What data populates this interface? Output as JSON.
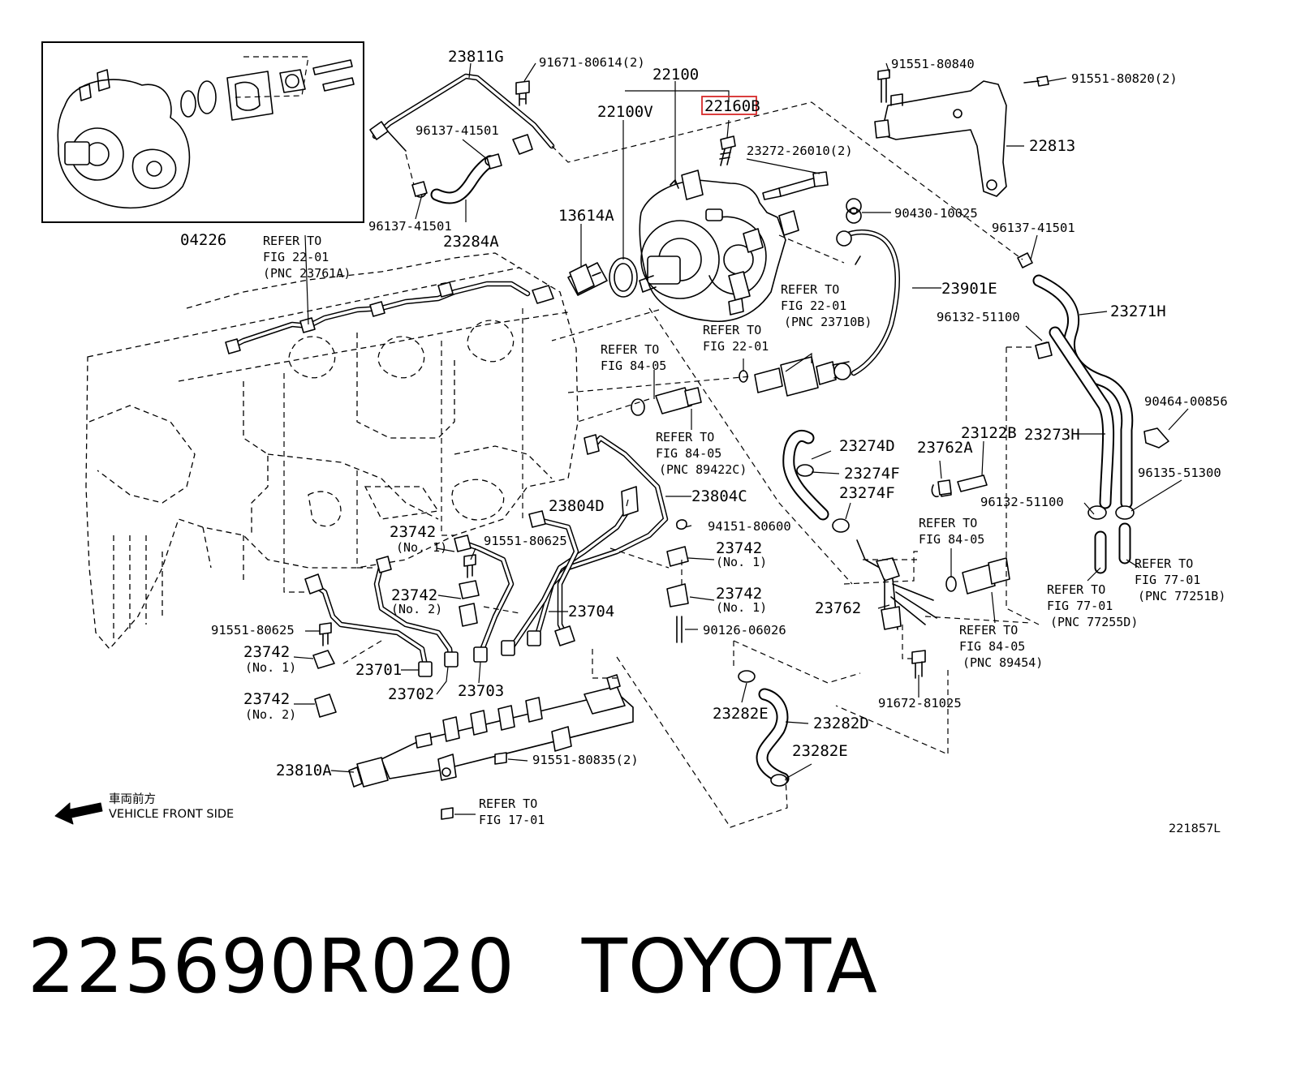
{
  "parts": {
    "p04226": "04226",
    "p23811G": "23811G",
    "p91671": "91671-80614(2)",
    "p96137a": "96137-41501",
    "p96137b": "96137-41501",
    "p23284A": "23284A",
    "p22100": "22100",
    "p22100V": "22100V",
    "p22160B": "22160B",
    "p13614A": "13614A",
    "p23272": "23272-26010(2)",
    "p91551_840": "91551-80840",
    "p91551_820": "91551-80820(2)",
    "p22813": "22813",
    "p90430": "90430-10025",
    "p96137c": "96137-41501",
    "p23901E": "23901E",
    "p23271H": "23271H",
    "p96132a": "96132-51100",
    "p90464": "90464-00856",
    "p23273H": "23273H",
    "p96135": "96135-51300",
    "p96132b": "96132-51100",
    "p23274D": "23274D",
    "p23274Fa": "23274F",
    "p23274Fb": "23274F",
    "p23762A": "23762A",
    "p23122B": "23122B",
    "p23762": "23762",
    "p91672": "91672-81025",
    "p23804C": "23804C",
    "p23804D": "23804D",
    "p94151": "94151-80600",
    "p23742a": "23742",
    "p23742b": "23742",
    "p23742c": "23742",
    "p23742d": "23742",
    "p23742e": "23742",
    "p23742f": "23742",
    "p91551_625a": "91551-80625",
    "p91551_625b": "91551-80625",
    "p23704": "23704",
    "p90126": "90126-06026",
    "p23701": "23701",
    "p23702": "23702",
    "p23703": "23703",
    "p23282Ea": "23282E",
    "p23282D": "23282D",
    "p23282Eb": "23282E",
    "p23810A": "23810A",
    "p91551_835": "91551-80835(2)"
  },
  "sub_labels": {
    "no1a": "(No. 1)",
    "no2a": "(No. 2)",
    "no1b": "(No. 1)",
    "no1c": "(No. 1)",
    "no1d": "(No. 1)",
    "no2b": "(No. 2)"
  },
  "references": {
    "r1": {
      "l1": "REFER TO",
      "l2": "FIG 22-01",
      "l3": "(PNC 23761A)"
    },
    "r2": {
      "l1": "REFER TO",
      "l2": "FIG 22-01",
      "l3": "(PNC 23710B)"
    },
    "r3": {
      "l1": "REFER TO",
      "l2": "FIG 22-01"
    },
    "r4": {
      "l1": "REFER TO",
      "l2": "FIG 84-05"
    },
    "r5": {
      "l1": "REFER TO",
      "l2": "FIG 84-05",
      "l3": "(PNC 89422C)"
    },
    "r6": {
      "l1": "REFER TO",
      "l2": "FIG 84-05"
    },
    "r7": {
      "l1": "REFER TO",
      "l2": "FIG 84-05",
      "l3": "(PNC 89454)"
    },
    "r8": {
      "l1": "REFER TO",
      "l2": "FIG 77-01",
      "l3": "(PNC 77255D)"
    },
    "r9": {
      "l1": "REFER TO",
      "l2": "FIG 77-01",
      "l3": "(PNC 77251B)"
    },
    "r10": {
      "l1": "REFER TO",
      "l2": "FIG 17-01"
    }
  },
  "front_note": {
    "jp": "車両前方",
    "en": "VEHICLE FRONT SIDE"
  },
  "figure_id": "221857L",
  "highlighted_part": "22160B",
  "highlight_color": "#d62828",
  "icons": {
    "front_arrow": "left-arrow-icon"
  },
  "footer": {
    "part_number": "225690R020",
    "brand": "TOYOTA"
  }
}
